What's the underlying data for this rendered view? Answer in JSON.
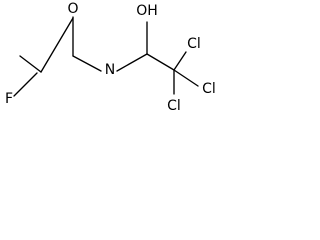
{
  "molecule": {
    "atoms": {
      "fluorine": "F",
      "carbonyl_oxygen": "O",
      "amide_nitrogen": "N",
      "hydroxyl": "OH",
      "chlorine_1": "Cl",
      "chlorine_2": "Cl",
      "chlorine_3": "Cl"
    }
  },
  "colors": {
    "bond": "#000000",
    "label": "#000000",
    "background": "#ffffff"
  }
}
